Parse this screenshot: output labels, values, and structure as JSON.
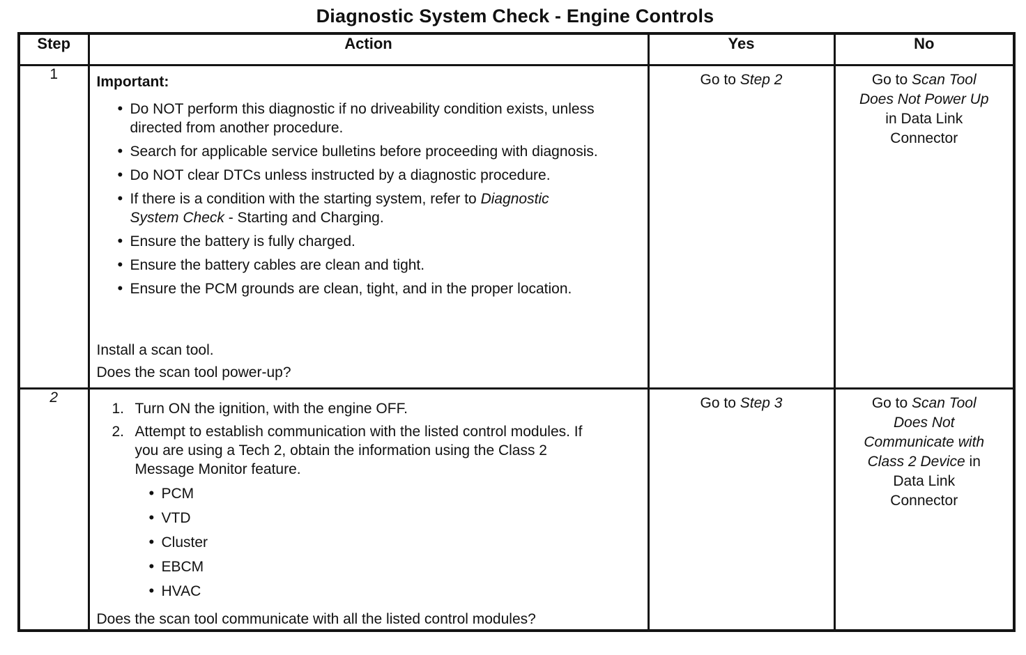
{
  "colors": {
    "ink": "#111111",
    "paper": "#ffffff",
    "border": "#141414"
  },
  "title": "Diagnostic System Check - Engine Controls",
  "table": {
    "headers": {
      "step": "Step",
      "action": "Action",
      "yes": "Yes",
      "no": "No"
    },
    "rows": [
      {
        "step": "1",
        "action": {
          "heading": "Important:",
          "bullets": [
            {
              "pre": "Do NOT perform this diagnostic if no driveability condition exists, unless directed from another procedure.",
              "em": "",
              "post": ""
            },
            {
              "pre": "Search for applicable service bulletins before proceeding with diagnosis.",
              "em": "",
              "post": ""
            },
            {
              "pre": "Do NOT clear DTCs unless instructed by a diagnostic procedure.",
              "em": "",
              "post": ""
            },
            {
              "pre": "If there is a condition with the starting system, refer to ",
              "em": "Diagnostic System Check",
              "post": " - Starting and Charging."
            },
            {
              "pre": "Ensure the battery is fully charged.",
              "em": "",
              "post": ""
            },
            {
              "pre": "Ensure the battery cables are clean and tight.",
              "em": "",
              "post": ""
            },
            {
              "pre": "Ensure the PCM grounds are clean, tight, and in the proper location.",
              "em": "",
              "post": ""
            }
          ],
          "statement": "Install a scan tool.",
          "question": "Does the scan tool power-up?"
        },
        "yes": {
          "pre": "Go to ",
          "em": "Step 2"
        },
        "no_lines": [
          [
            {
              "t": "Go to ",
              "i": 0
            },
            {
              "t": "Scan Tool",
              "i": 1
            }
          ],
          [
            {
              "t": "Does Not Power Up",
              "i": 1
            }
          ],
          [
            {
              "t": "in Data Link",
              "i": 0
            }
          ],
          [
            {
              "t": "Connector",
              "i": 0
            }
          ]
        ]
      },
      {
        "step": "2",
        "action": {
          "steps": [
            {
              "num": "1.",
              "text": "Turn ON the ignition, with the engine OFF."
            },
            {
              "num": "2.",
              "text": "Attempt to establish communication with the listed control modules. If you are using a Tech 2, obtain the information using the Class 2 Message Monitor feature."
            }
          ],
          "modules": [
            "PCM",
            "VTD",
            "Cluster",
            "EBCM",
            "HVAC"
          ],
          "question": "Does the scan tool communicate with all the listed control modules?"
        },
        "yes": {
          "pre": "Go to ",
          "em": "Step 3"
        },
        "no_lines": [
          [
            {
              "t": "Go to ",
              "i": 0
            },
            {
              "t": "Scan Tool",
              "i": 1
            }
          ],
          [
            {
              "t": "Does Not",
              "i": 1
            }
          ],
          [
            {
              "t": "Communicate with",
              "i": 1
            }
          ],
          [
            {
              "t": "Class 2 Device",
              "i": 1
            },
            {
              "t": " in",
              "i": 0
            }
          ],
          [
            {
              "t": "Data Link",
              "i": 0
            }
          ],
          [
            {
              "t": "Connector",
              "i": 0
            }
          ]
        ]
      }
    ]
  }
}
